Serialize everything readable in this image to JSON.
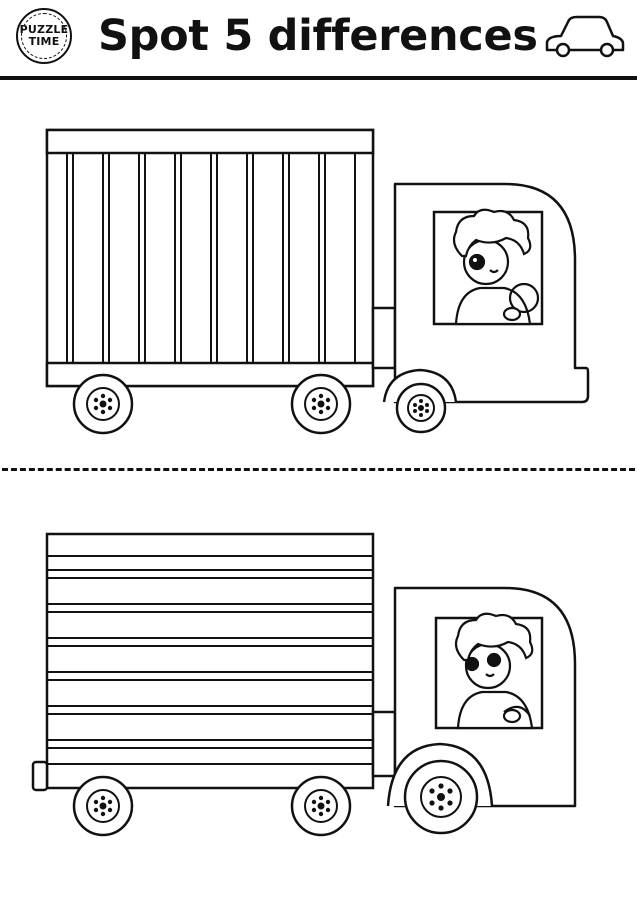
{
  "header": {
    "badge_line1": "PUZZLE",
    "badge_line2": "TIME",
    "title": "Spot 5 differences",
    "icon": "car-icon"
  },
  "colors": {
    "ink": "#111111",
    "paper": "#ffffff"
  },
  "puzzle": {
    "panels": [
      "top-truck-scene",
      "bottom-truck-scene"
    ],
    "divider": "dashed-line"
  }
}
